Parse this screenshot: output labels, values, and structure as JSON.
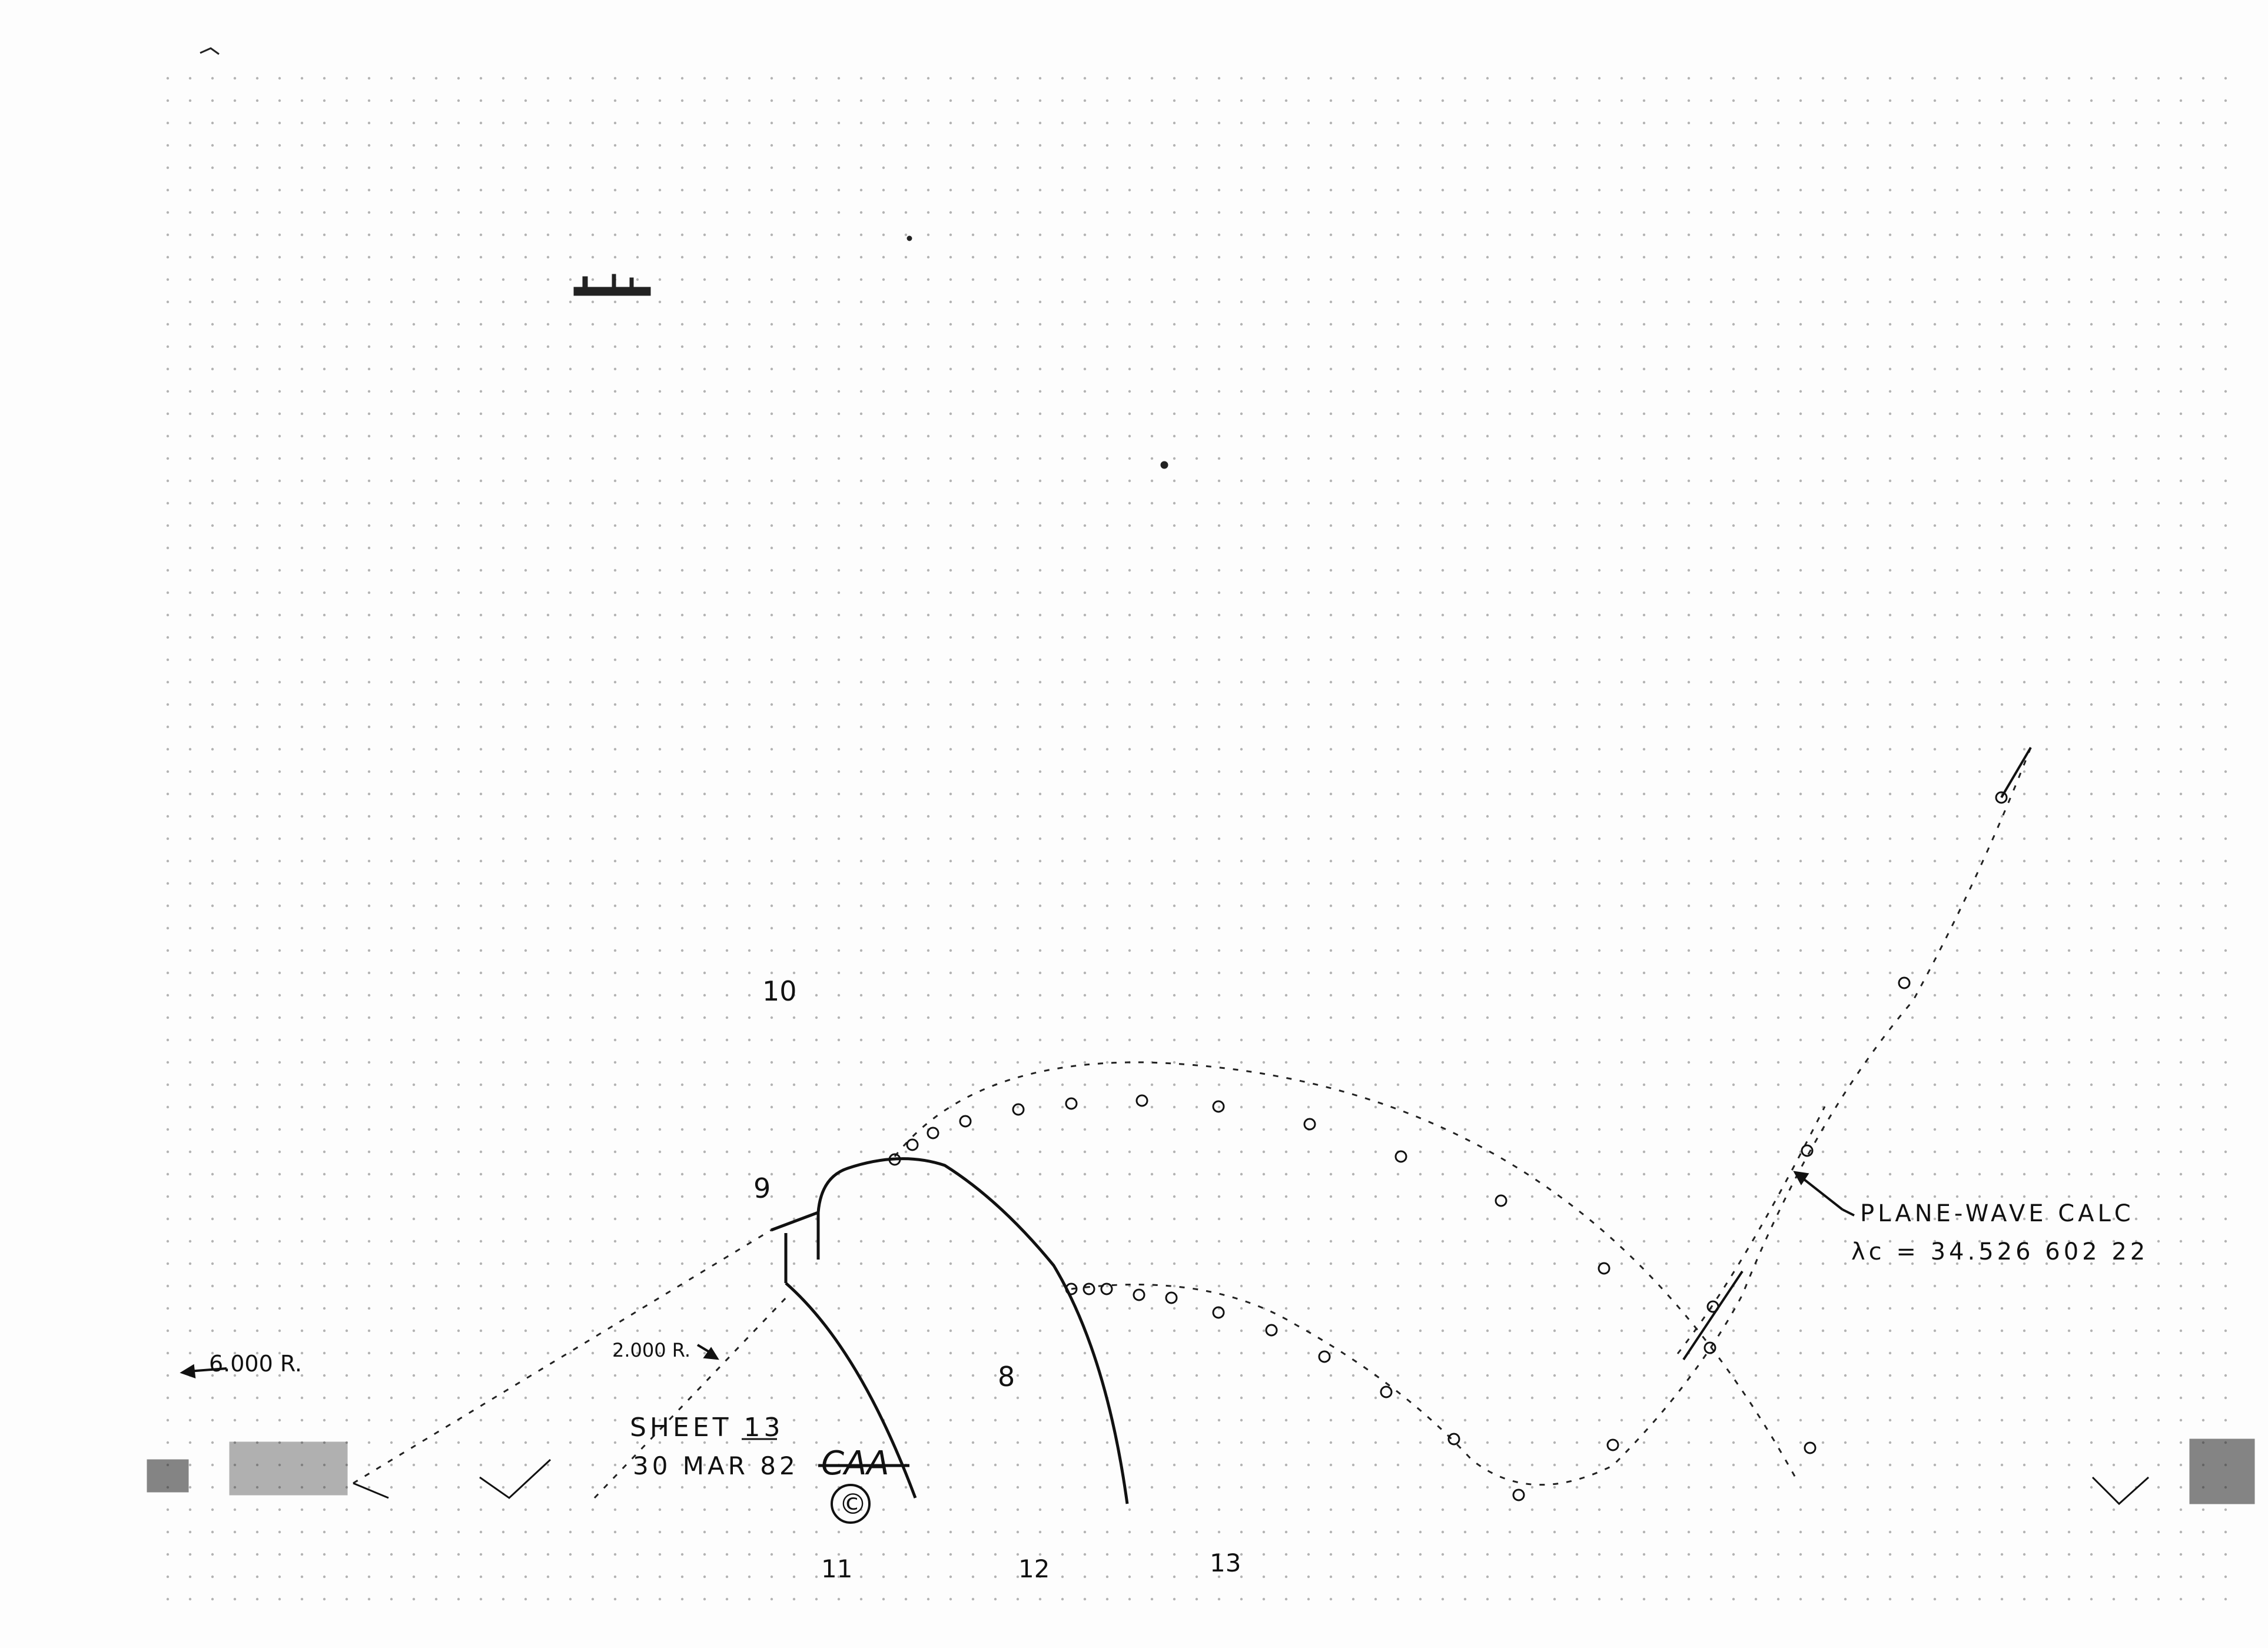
{
  "labels": {
    "n10": "10",
    "n9": "9",
    "n8": "8",
    "n11": "11",
    "n12": "12",
    "n13": "13",
    "radius_large": "6.000 R.",
    "radius_small": "2.000 R.",
    "sheet": "SHEET 13",
    "date": "30 MAR 82",
    "initials": "CAA",
    "copyright": "©",
    "calc_title": "PLANE-WAVE CALC",
    "calc_value": "λc = 34.526 602 22"
  },
  "colors": {
    "ink": "#111111",
    "grid_dot": "#9a9a9a",
    "paper": "#fdfdfd"
  }
}
